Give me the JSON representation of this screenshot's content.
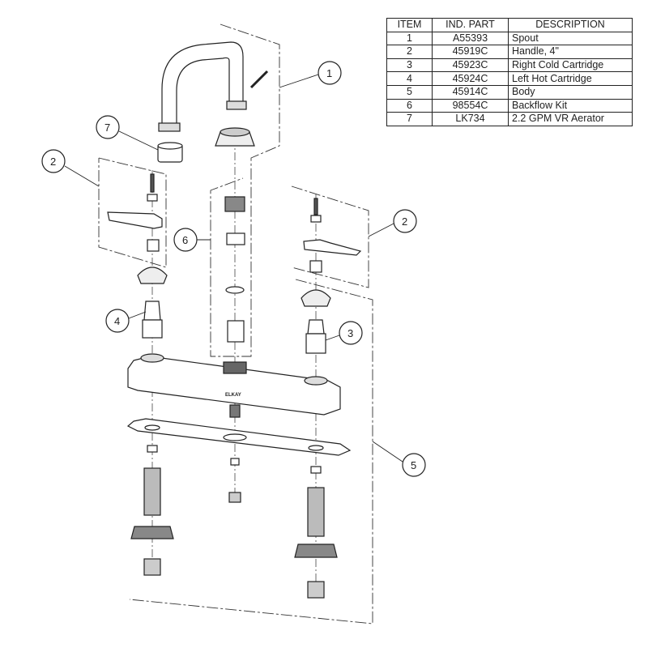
{
  "table": {
    "headers": [
      "ITEM",
      "IND. PART",
      "DESCRIPTION"
    ],
    "rows": [
      {
        "item": "1",
        "part": "A55393",
        "description": "Spout"
      },
      {
        "item": "2",
        "part": "45919C",
        "description": "Handle, 4\""
      },
      {
        "item": "3",
        "part": "45923C",
        "description": "Right Cold Cartridge"
      },
      {
        "item": "4",
        "part": "45924C",
        "description": "Left Hot Cartridge"
      },
      {
        "item": "5",
        "part": "45914C",
        "description": "Body"
      },
      {
        "item": "6",
        "part": "98554C",
        "description": "Backflow Kit"
      },
      {
        "item": "7",
        "part": "LK734",
        "description": "2.2 GPM VR Aerator"
      }
    ]
  },
  "callouts": [
    "1",
    "2",
    "7",
    "6",
    "2",
    "4",
    "3",
    "5"
  ],
  "body_logo": "ELKAY",
  "colors": {
    "line": "#222222",
    "fill": "#ffffff",
    "shade": "#cfcfcf"
  }
}
